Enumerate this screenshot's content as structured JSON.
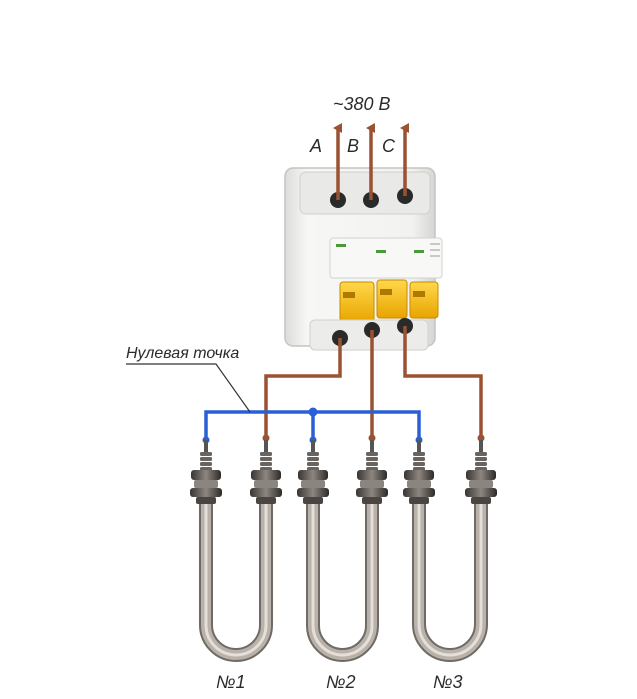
{
  "supply": {
    "voltage_label": "~380 В",
    "phases": [
      "A",
      "B",
      "C"
    ]
  },
  "neutral": {
    "label": "Нулевая точка"
  },
  "heaters": [
    {
      "label": "№1"
    },
    {
      "label": "№2"
    },
    {
      "label": "№3"
    }
  ],
  "colors": {
    "phase_wire": "#9a5232",
    "neutral_wire": "#2a5fd6",
    "breaker_body": "#f0f0ee",
    "breaker_handle": "#f5b600",
    "heater_metal": "#b9b2aa"
  }
}
